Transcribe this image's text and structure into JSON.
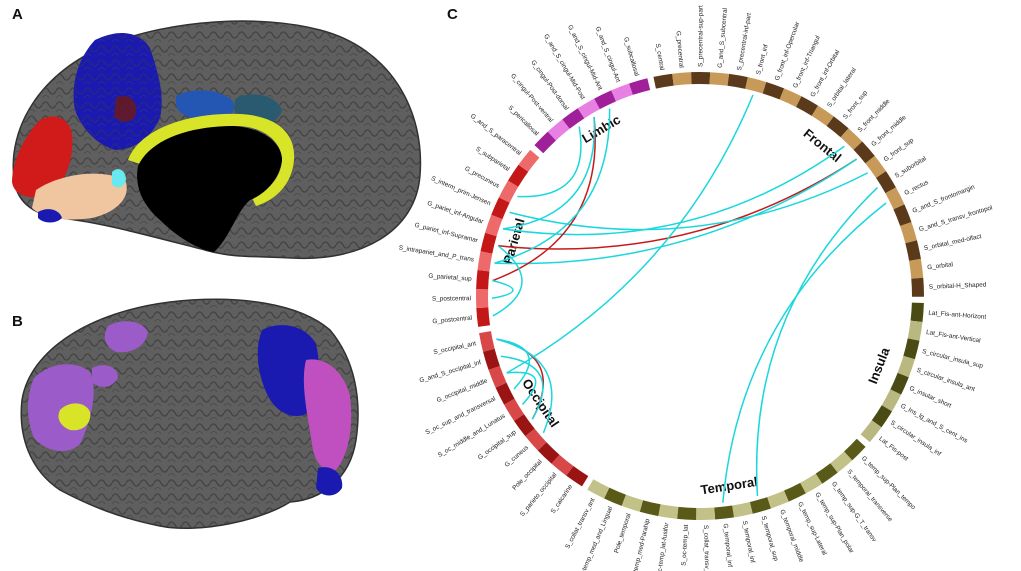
{
  "panels": {
    "a": "A",
    "b": "B",
    "c": "C"
  },
  "colors": {
    "brain_gray": "#5f5f5f",
    "brain_dark": "#3b3b3b",
    "blue": "#1a1ab0",
    "mid_blue": "#2456b4",
    "teal": "#2a5a70",
    "red": "#d11a1a",
    "peach": "#f0c6a0",
    "cyan": "#68e8f0",
    "yellow": "#d8e428",
    "purple": "#9b5bc8",
    "magenta": "#c050c0",
    "link_cyan": "#19d7dd",
    "link_red": "#c41a1a"
  },
  "circos": {
    "groups": [
      {
        "name": "Frontal",
        "colors": [
          "#5a3a1a",
          "#c89a5a"
        ],
        "rois": [
          "S_central",
          "G_precentral",
          "S_precentral-sup-part",
          "G_and_S_subcentral",
          "S_precentral-inf-part",
          "S_front_inf",
          "G_front_inf-Opercular",
          "G_front_inf-Triangul",
          "G_front_inf-Orbital",
          "S_orbital_lateral",
          "S_front_sup",
          "S_front_middle",
          "G_front_middle",
          "G_front_sup",
          "S_suborbital",
          "G_rectus",
          "G_and_S_frontomargin",
          "G_and_S_transv_frontopol",
          "S_orbital_med-olfact",
          "G_orbital",
          "S_orbital-H_Shaped"
        ]
      },
      {
        "name": "Insula",
        "colors": [
          "#4a4a14",
          "#b8b880"
        ],
        "rois": [
          "Lat_Fis-ant-Horizont",
          "Lat_Fis-ant-Vertical",
          "S_circular_insula_sup",
          "S_circular_insula_ant",
          "G_insular_short",
          "G_Ins_lg_and_S_cent_ins",
          "S_circular_insula_inf",
          "Lat_Fis-post"
        ]
      },
      {
        "name": "Temporal",
        "colors": [
          "#5a5a18",
          "#c2c288"
        ],
        "rois": [
          "G_temp_sup-Plan_tempo",
          "S_temporal_transverse",
          "G_temp_sup-G_T_transv",
          "G_temp_sup-Plan_polar",
          "G_temp_sup-Lateral",
          "G_temporal_middle",
          "S_temporal_sup",
          "S_temporal_inf",
          "G_temporal_inf",
          "S_collat_transv_post",
          "S_oc-temp_lat",
          "G_oc-temp_lat-fusifor",
          "G_oc-temp_med-Parahip",
          "Pole_temporal",
          "S_oc-temp_med_and_Lingual",
          "S_collat_transv_ant"
        ]
      },
      {
        "name": "Occipital",
        "colors": [
          "#9a1414",
          "#d84848"
        ],
        "rois": [
          "S_calcarine",
          "S_parieto_occipital",
          "Pole_occipital",
          "G_cuneus",
          "G_occipital_sup",
          "S_oc_middle_and_Lunatus",
          "S_oc_sup_and_transversal",
          "G_occipital_middle",
          "G_and_S_occipital_inf",
          "S_occipital_ant"
        ]
      },
      {
        "name": "Parietal",
        "colors": [
          "#c41818",
          "#ee6a6a"
        ],
        "rois": [
          "G_postcentral",
          "S_postcentral",
          "G_parietal_sup",
          "S_intrapariet_and_P_trans",
          "G_pariet_inf-Supramar",
          "G_pariet_inf-Angular",
          "S_interm_prim-Jensen",
          "G_precuneus",
          "S_subparietal",
          "G_and_S_paracentral"
        ]
      },
      {
        "name": "Limbic",
        "colors": [
          "#a0209a",
          "#e880e4"
        ],
        "rois": [
          "S_pericallosal",
          "G_cingul-Post-ventral",
          "G_cingul-Post-dorsal",
          "G_and_S_cingul-Mid-Post",
          "G_and_S_cingul-Mid-Ant",
          "G_and_S_cingul-Ant",
          "G_subcallosal"
        ]
      }
    ],
    "links": [
      {
        "from": "G_front_middle",
        "to": "G_pariet_inf-Supramar",
        "color": "red"
      },
      {
        "from": "G_front_middle",
        "to": "S_intrapariet_and_P_trans",
        "color": "cyan"
      },
      {
        "from": "S_front_middle",
        "to": "G_pariet_inf-Angular",
        "color": "cyan"
      },
      {
        "from": "G_front_sup",
        "to": "S_interm_prim-Jensen",
        "color": "cyan"
      },
      {
        "from": "S_front_inf",
        "to": "G_occipital_middle",
        "color": "cyan"
      },
      {
        "from": "S_suborbital",
        "to": "S_temporal_sup",
        "color": "cyan"
      },
      {
        "from": "G_rectus",
        "to": "G_temporal_inf",
        "color": "cyan"
      },
      {
        "from": "G_and_S_cingul-Mid-Post",
        "to": "G_parietal_sup",
        "color": "red"
      },
      {
        "from": "G_and_S_cingul-Mid-Post",
        "to": "G_pariet_inf-Angular",
        "color": "cyan"
      },
      {
        "from": "G_and_S_cingul-Mid-Ant",
        "to": "S_intrapariet_and_P_trans",
        "color": "cyan"
      },
      {
        "from": "G_cingul-Post-dorsal",
        "to": "G_precuneus",
        "color": "cyan"
      },
      {
        "from": "G_postcentral",
        "to": "G_pariet_inf-Supramar",
        "color": "cyan"
      },
      {
        "from": "S_postcentral",
        "to": "G_parietal_sup",
        "color": "cyan"
      },
      {
        "from": "S_occipital_ant",
        "to": "G_occipital_sup",
        "color": "red"
      },
      {
        "from": "S_occipital_ant",
        "to": "S_oc_sup_and_transversal",
        "color": "cyan"
      },
      {
        "from": "G_and_S_occipital_inf",
        "to": "G_occipital_sup",
        "color": "cyan"
      },
      {
        "from": "G_occipital_middle",
        "to": "S_oc_middle_and_Lunatus",
        "color": "cyan"
      },
      {
        "from": "S_occipital_ant",
        "to": "G_cuneus",
        "color": "cyan"
      }
    ]
  }
}
